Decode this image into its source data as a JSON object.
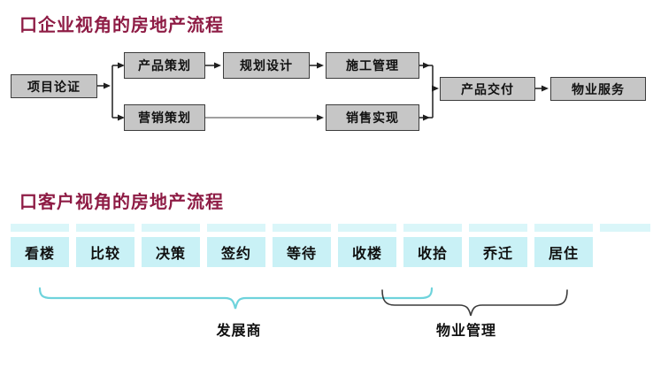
{
  "sections": {
    "enterprise": {
      "title": "口企业视角的房地产流程"
    },
    "customer": {
      "title": "口客户视角的房地产流程"
    }
  },
  "flow_nodes": [
    {
      "id": "project-argumentation",
      "label": "项目论证"
    },
    {
      "id": "product-planning",
      "label": "产品策划"
    },
    {
      "id": "planning-design",
      "label": "规划设计"
    },
    {
      "id": "construction-management",
      "label": "施工管理"
    },
    {
      "id": "marketing-planning",
      "label": "营销策划"
    },
    {
      "id": "sales-realization",
      "label": "销售实现"
    },
    {
      "id": "product-delivery",
      "label": "产品交付"
    },
    {
      "id": "property-service",
      "label": "物业服务"
    }
  ],
  "customer_stages": [
    "看楼",
    "比较",
    "决策",
    "签约",
    "等待",
    "收楼",
    "收拾",
    "乔迁",
    "居住"
  ],
  "groups": [
    {
      "label": "发展商",
      "brace_color": "#6ed3dc"
    },
    {
      "label": "物业管理",
      "brace_color": "#3c3c3c"
    }
  ],
  "colors": {
    "title": "#8e1c45",
    "node_fill": "#c6c6c6",
    "node_border": "#3c3c3c",
    "stage_fill": "#c9f1f6",
    "strip_fill": "#daf6f9",
    "developer_brace": "#6ed3dc",
    "property_brace": "#3c3c3c",
    "connector": "#1f1f1f",
    "marketing_line": "#808080"
  }
}
